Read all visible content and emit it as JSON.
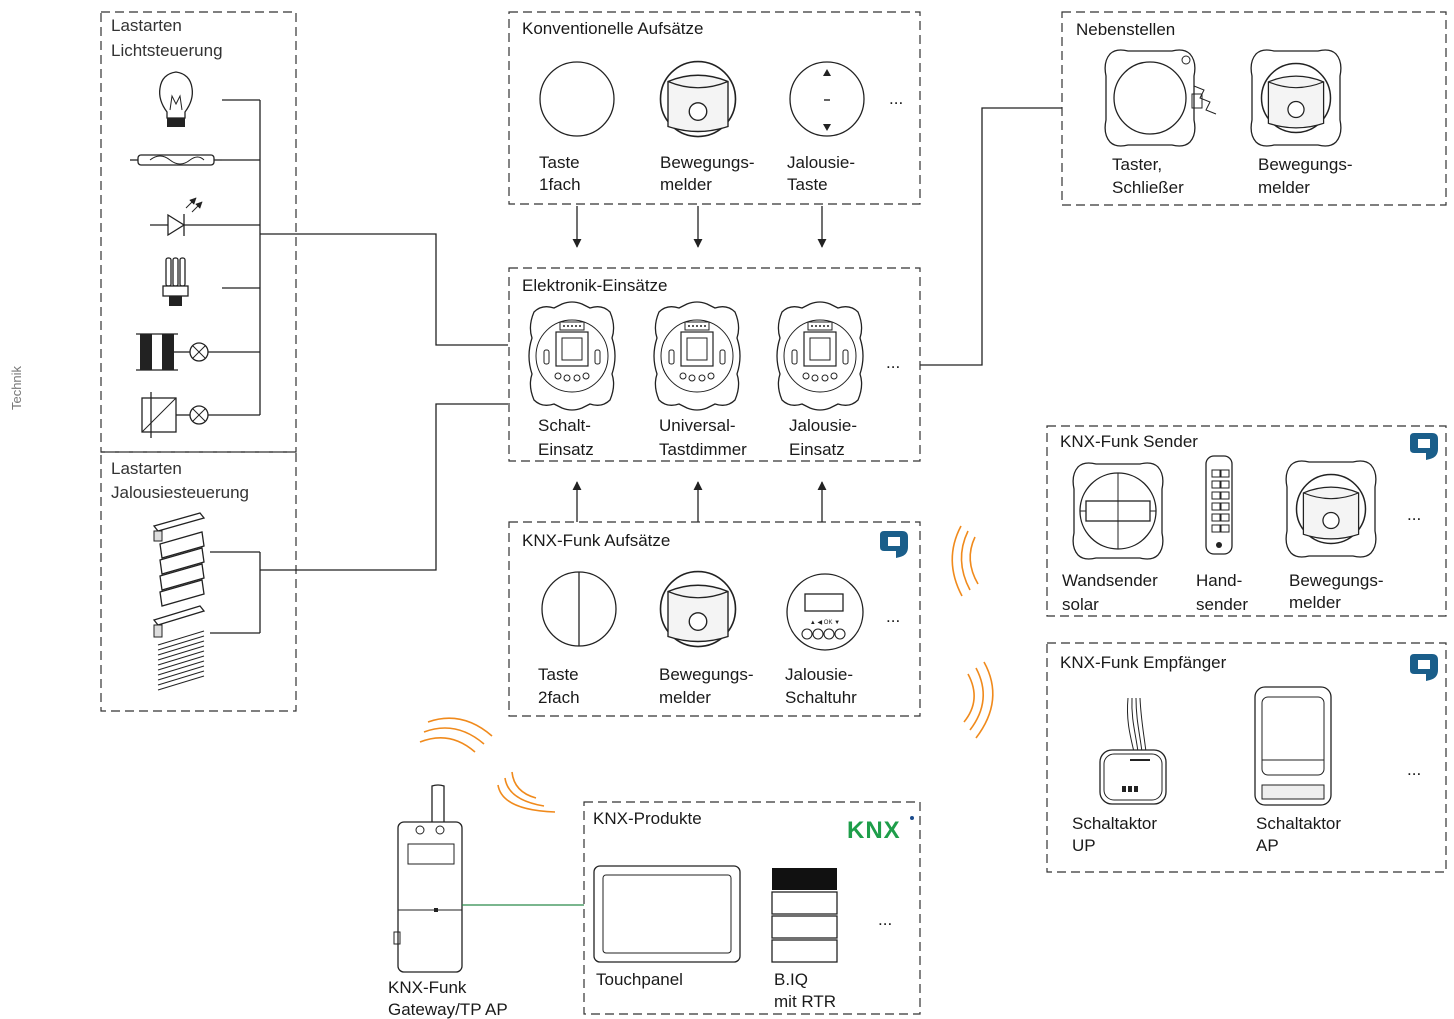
{
  "side_label": "Technik",
  "load_light": {
    "title_line1": "Lastarten",
    "title_line2": "Lichtsteuerung"
  },
  "load_blinds": {
    "title_line1": "Lastarten",
    "title_line2": "Jalousiesteuerung"
  },
  "conventional": {
    "title": "Konventionelle Aufsätze",
    "items": [
      {
        "line1": "Taste",
        "line2": "1fach"
      },
      {
        "line1": "Bewegungs-",
        "line2": "melder"
      },
      {
        "line1": "Jalousie-",
        "line2": "Taste"
      }
    ],
    "more": "..."
  },
  "electronic": {
    "title": "Elektronik-Einsätze",
    "items": [
      {
        "line1": "Schalt-",
        "line2": "Einsatz"
      },
      {
        "line1": "Universal-",
        "line2": "Tastdimmer"
      },
      {
        "line1": "Jalousie-",
        "line2": "Einsatz"
      }
    ],
    "more": "..."
  },
  "knx_attach": {
    "title": "KNX-Funk Aufsätze",
    "items": [
      {
        "line1": "Taste",
        "line2": "2fach"
      },
      {
        "line1": "Bewegungs-",
        "line2": "melder"
      },
      {
        "line1": "Jalousie-",
        "line2": "Schaltuhr"
      }
    ],
    "clock_labels": "▲ ◀ OK ▼",
    "more": "..."
  },
  "extension": {
    "title": "Nebenstellen",
    "items": [
      {
        "line1": "Taster,",
        "line2": "Schließer"
      },
      {
        "line1": "Bewegungs-",
        "line2": "melder"
      }
    ]
  },
  "knx_sender": {
    "title": "KNX-Funk Sender",
    "items": [
      {
        "line1": "Wandsender",
        "line2": "solar"
      },
      {
        "line1": "Hand-",
        "line2": "sender"
      },
      {
        "line1": "Bewegungs-",
        "line2": "melder"
      }
    ],
    "more": "..."
  },
  "knx_receiver": {
    "title": "KNX-Funk Empfänger",
    "items": [
      {
        "line1": "Schaltaktor",
        "line2": "UP"
      },
      {
        "line1": "Schaltaktor",
        "line2": "AP"
      }
    ],
    "more": "..."
  },
  "knx_products": {
    "title": "KNX-Produkte",
    "logo": "KNX",
    "items": [
      {
        "line1": "Touchpanel",
        "line2": ""
      },
      {
        "line1": "B.IQ",
        "line2": "mit RTR"
      }
    ],
    "more": "..."
  },
  "gateway": {
    "line1": "KNX-Funk",
    "line2": "Gateway/TP AP"
  },
  "colors": {
    "radio_wave": "#f08a1c",
    "knx_logo_green": "#1e9e4a",
    "knx_logo_blue": "#1a4b8c",
    "funk_badge": "#1a5e8a",
    "tp_link": "#2a8a4a"
  }
}
